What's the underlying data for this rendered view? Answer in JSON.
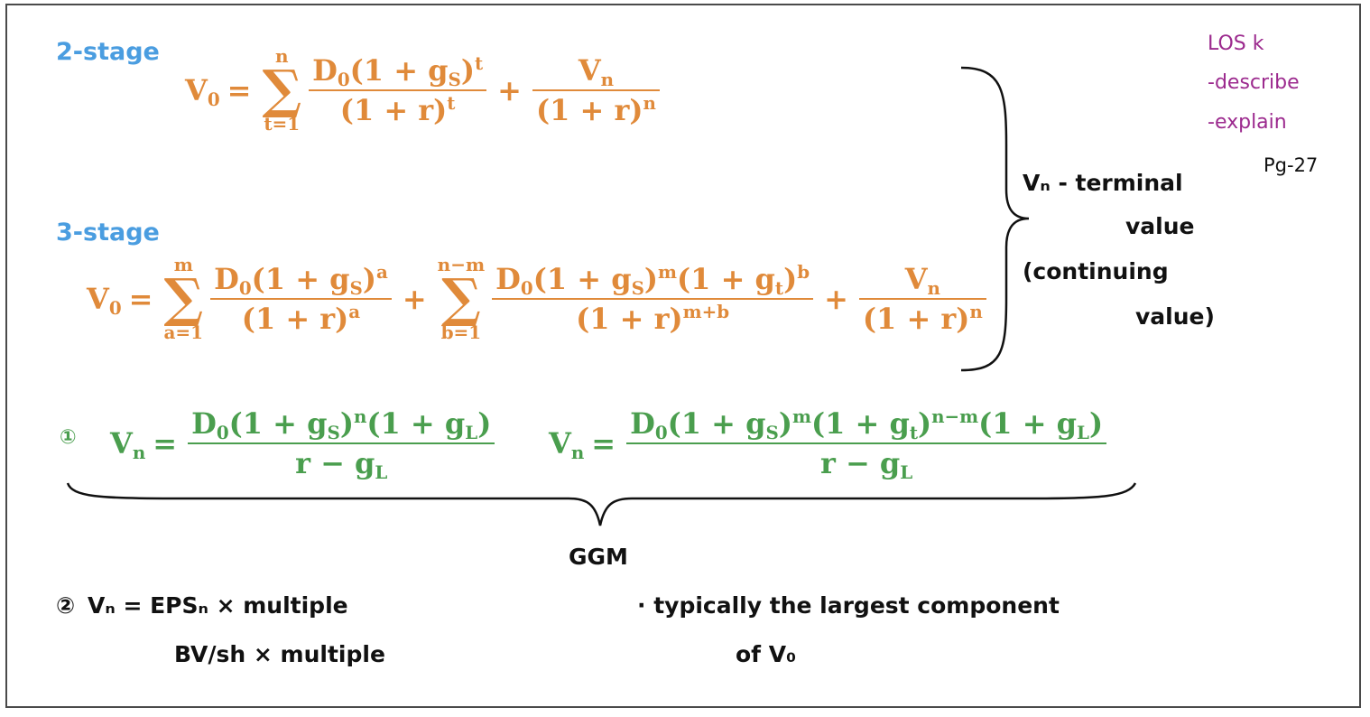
{
  "labels": {
    "two_stage": "2-stage",
    "three_stage": "3-stage",
    "circle_one": "①",
    "circle_two": "②",
    "ggm": "GGM"
  },
  "notes": {
    "los": "LOS k",
    "describe": "-describe",
    "explain": "-explain",
    "page": "Pg-27"
  },
  "terminal": {
    "line1": "Vₙ - terminal",
    "line2": "value",
    "line3": "(continuing",
    "line4": "value)"
  },
  "formulas": {
    "v0": "V",
    "v0_sub": "0",
    "vn": "V",
    "vn_sub": "n",
    "d0": "D",
    "d0_sub": "0",
    "eq": "=",
    "plus": "+",
    "sum_sign": "∑",
    "two_stage": {
      "sum_upper": "n",
      "sum_lower": "t=1",
      "num_a": "(1 + g",
      "num_sub": "S",
      "num_b": ")",
      "num_exp": "t",
      "den": "(1 + r)",
      "den_exp": "t",
      "tv_den": "(1 + r)",
      "tv_den_exp": "n"
    },
    "three_stage": {
      "sum1_upper": "m",
      "sum1_lower": "a=1",
      "f1_num_a": "(1 + g",
      "f1_num_sub": "S",
      "f1_num_b": ")",
      "f1_num_exp": "a",
      "f1_den": "(1 + r)",
      "f1_den_exp": "a",
      "sum2_upper": "n−m",
      "sum2_lower": "b=1",
      "f2_num_a": "(1 + g",
      "f2_num_sub1": "S",
      "f2_num_b": ")",
      "f2_num_exp1": "m",
      "f2_num_c": "(1 + g",
      "f2_num_sub2": "t",
      "f2_num_d": ")",
      "f2_num_exp2": "b",
      "f2_den": "(1 + r)",
      "f2_den_exp": "m+b",
      "tv_den": "(1 + r)",
      "tv_den_exp": "n"
    },
    "ggm_a": {
      "num_a": "(1 + g",
      "num_sub1": "S",
      "num_b": ")",
      "num_exp1": "n",
      "num_c": "(1 + g",
      "num_sub2": "L",
      "num_d": ")",
      "den_a": "r − g",
      "den_sub": "L"
    },
    "ggm_b": {
      "num_a": "(1 + g",
      "num_sub1": "S",
      "num_b": ")",
      "num_exp1": "m",
      "num_c": "(1 + g",
      "num_sub2": "t",
      "num_d": ")",
      "num_exp2": "n−m",
      "num_e": "(1 + g",
      "num_sub3": "L",
      "num_f": ")",
      "den_a": "r − g",
      "den_sub": "L"
    }
  },
  "multiples": {
    "line1": "Vₙ = EPSₙ × multiple",
    "line2": "BV/sh × multiple"
  },
  "bullet": {
    "line1": "· typically the largest component",
    "line2": "of V₀"
  }
}
